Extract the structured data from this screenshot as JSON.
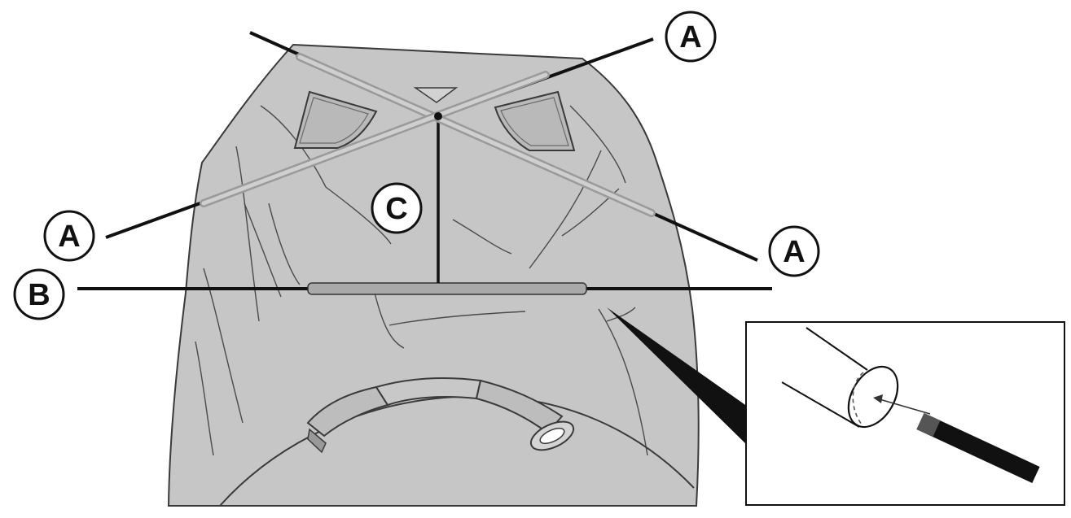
{
  "labels": {
    "a_top_right": "A",
    "a_left": "A",
    "a_right": "A",
    "b": "B",
    "c": "C"
  },
  "colors": {
    "cover": "#c6c6c6",
    "outline": "#3a3a3a",
    "pole": "#111111",
    "sleeve": "#a9a9a9",
    "background": "#ffffff"
  }
}
